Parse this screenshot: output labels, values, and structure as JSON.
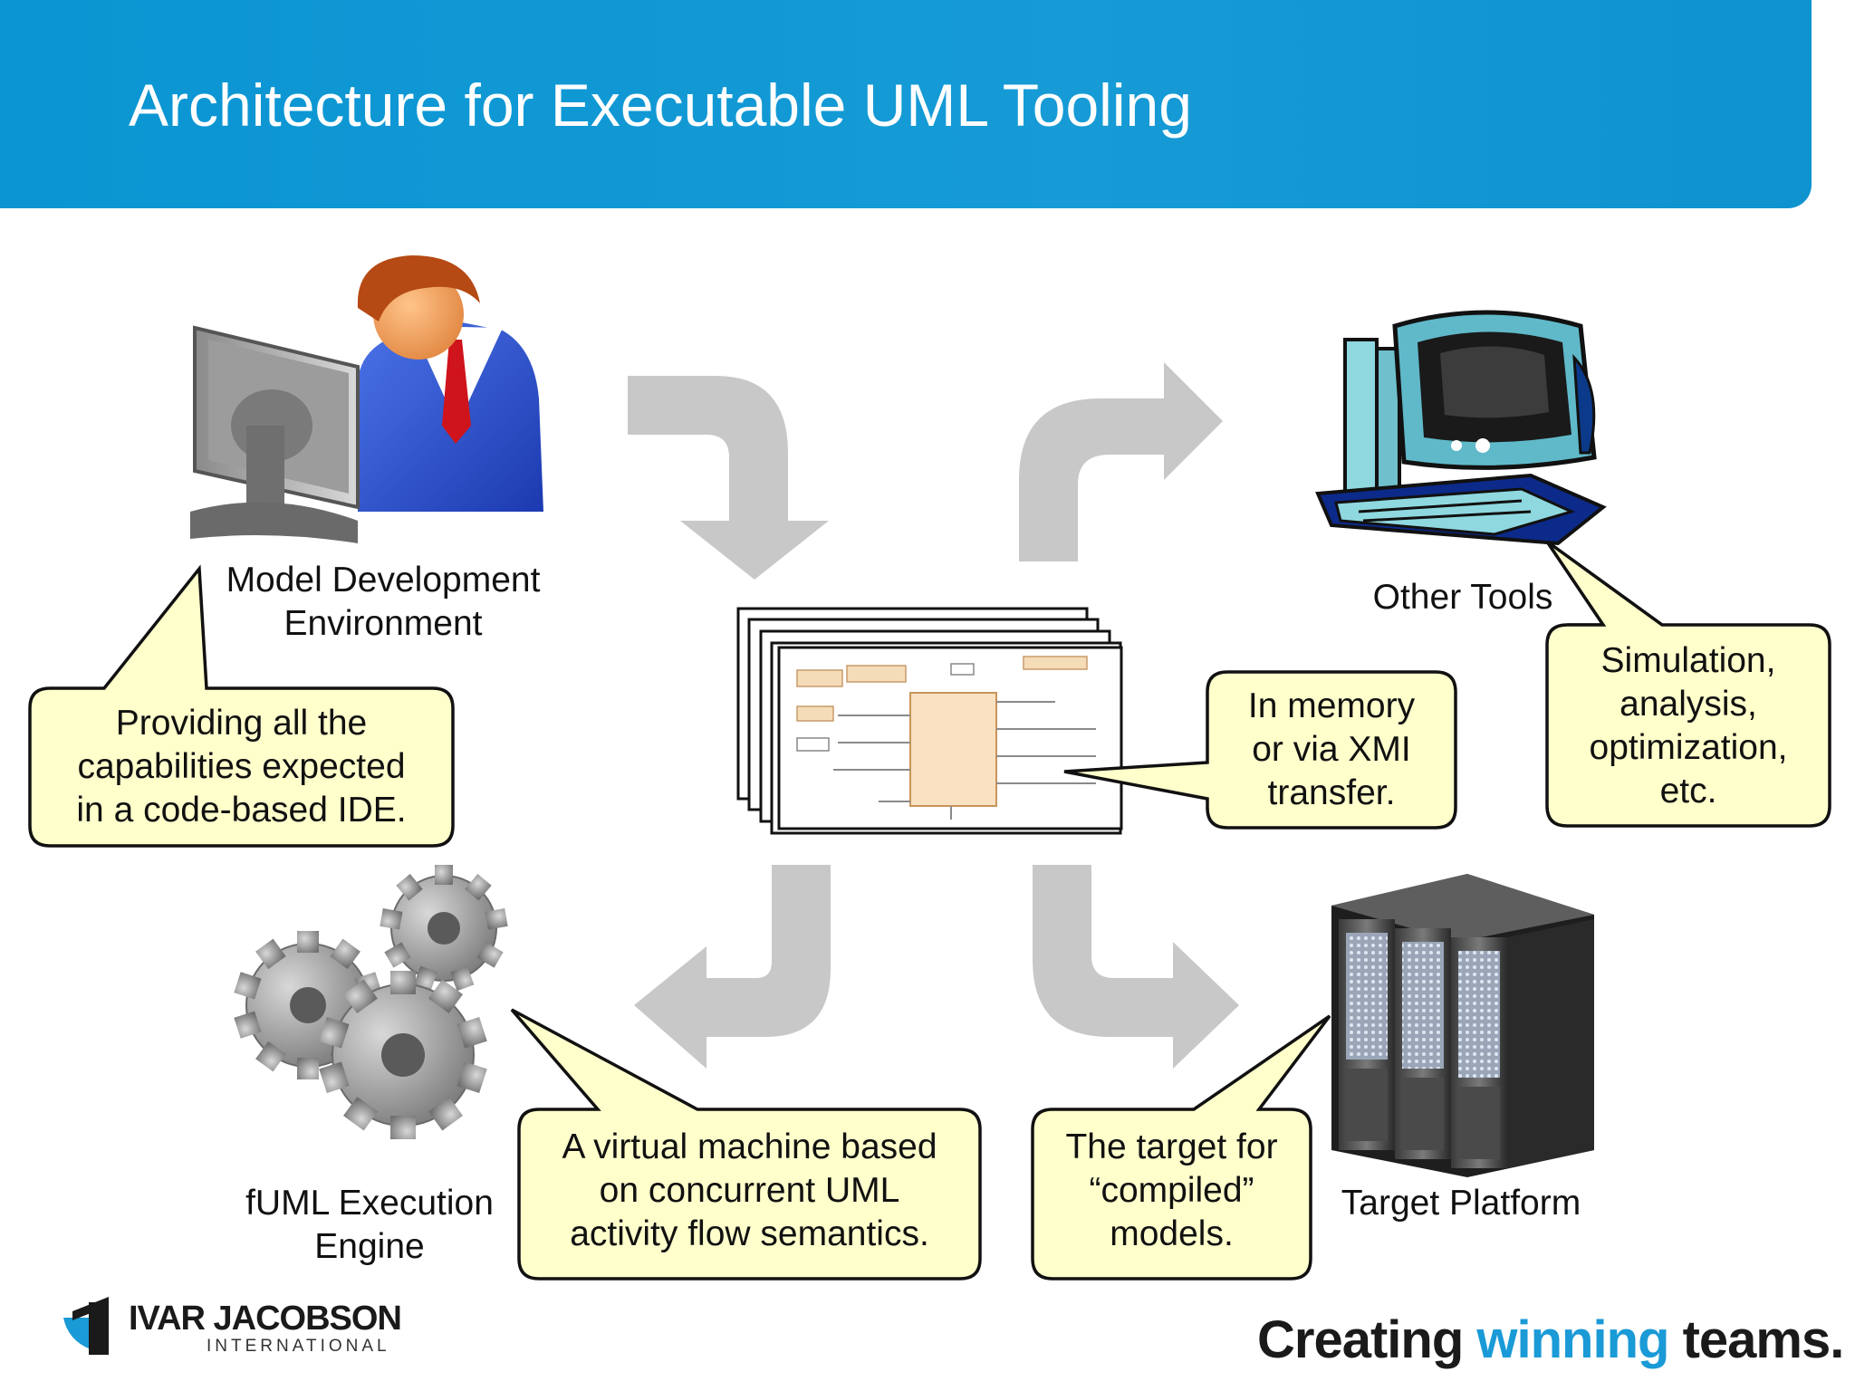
{
  "title": "Architecture for Executable UML Tooling",
  "colors": {
    "header": "#1399d5",
    "callout_fill": "#ffffcc",
    "arrow_gray": "#c8c8c8",
    "brand_blue": "#1a9ad6"
  },
  "nodes": {
    "model_dev": {
      "label_line1": "Model Development",
      "label_line2": "Environment",
      "icon": "developer-at-monitor-icon"
    },
    "other_tools": {
      "label": "Other Tools",
      "icon": "desktop-computer-icon"
    },
    "fuml": {
      "label_line1": "fUML Execution",
      "label_line2": "Engine",
      "icon": "gears-icon"
    },
    "target": {
      "label": "Target Platform",
      "icon": "server-rack-icon"
    },
    "model": {
      "icon": "uml-diagram-stack-icon"
    }
  },
  "callouts": {
    "ide": [
      "Providing all the",
      "capabilities expected",
      "in a code-based IDE."
    ],
    "xmi": [
      "In memory",
      "or via XMI",
      "transfer."
    ],
    "sim": [
      "Simulation,",
      "analysis,",
      "optimization,",
      "etc."
    ],
    "vm": [
      "A virtual machine based",
      "on concurrent UML",
      "activity flow semantics."
    ],
    "compiled": [
      "The target for",
      "“compiled”",
      "models."
    ]
  },
  "branding": {
    "company_line1": "IVAR JACOBSON",
    "company_line2": "INTERNATIONAL",
    "tagline_part1": "Creating",
    "tagline_part2": "winning",
    "tagline_part3": "teams."
  }
}
